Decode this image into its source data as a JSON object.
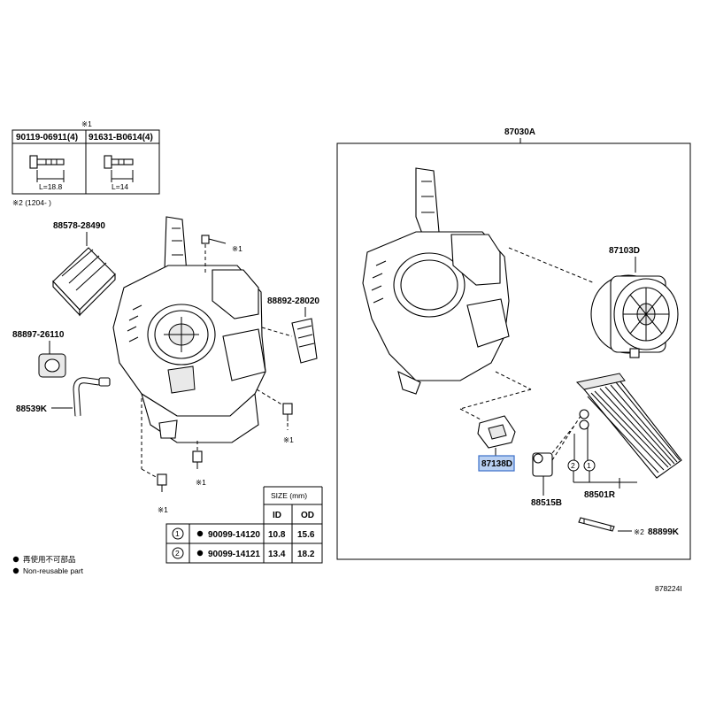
{
  "bolt_table": {
    "note": "※1",
    "parts": [
      {
        "number": "90119-06911(4)",
        "length": "L=18.8"
      },
      {
        "number": "91631-B0614(4)",
        "length": "L=14"
      }
    ]
  },
  "date_note": "※2 (1204-        )",
  "callouts": {
    "c88578": "88578-28490",
    "c88897": "88897-26110",
    "c88539": "88539K",
    "c88892": "88892-28020",
    "c87030": "87030A",
    "c87103": "87103D",
    "c87138": "87138D",
    "c88515": "88515B",
    "c88501": "88501R",
    "c88899": "88899K",
    "c88899_prefix": "※2",
    "mark1a": "※1",
    "mark1b": "※1",
    "mark1c": "※1",
    "mark1d": "※1"
  },
  "size_table": {
    "title": "SIZE (mm)",
    "col_id": "ID",
    "col_od": "OD",
    "rows": [
      {
        "num": "1",
        "part": "90099-14120",
        "id": "10.8",
        "od": "15.6"
      },
      {
        "num": "2",
        "part": "90099-14121",
        "id": "13.4",
        "od": "18.2"
      }
    ]
  },
  "balloons": {
    "one": "1",
    "two": "2"
  },
  "legend": {
    "line1": "再使用不可部品",
    "line2": "Non-reusable part"
  },
  "figure_id": "878224I",
  "selected_callout": "87138D"
}
